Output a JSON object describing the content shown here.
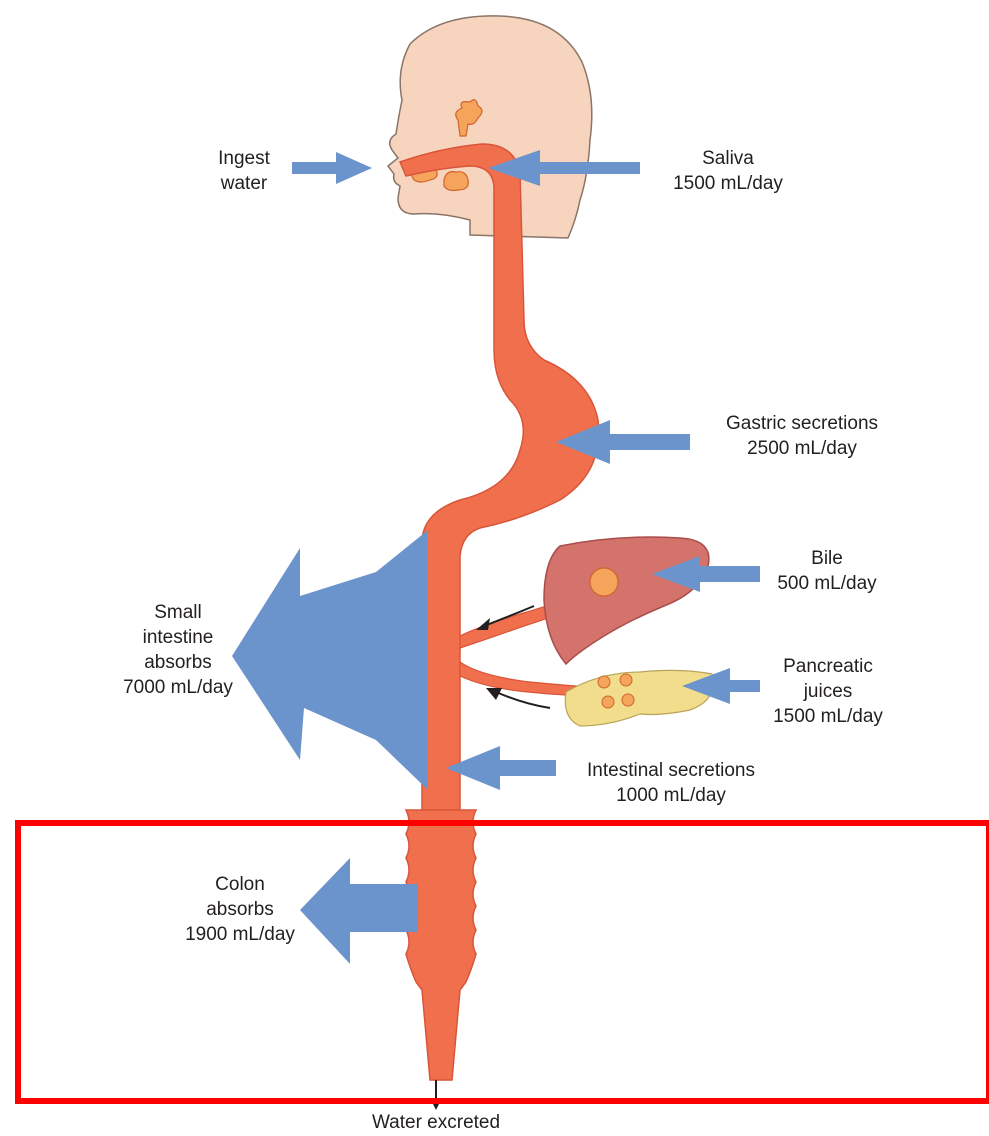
{
  "labels": {
    "ingest": [
      "Ingest",
      "water"
    ],
    "saliva": [
      "Saliva",
      "1500 mL/day"
    ],
    "gastric": [
      "Gastric secretions",
      "2500 mL/day"
    ],
    "bile": [
      "Bile",
      "500 mL/day"
    ],
    "pancreatic": [
      "Pancreatic",
      "juices",
      "1500 mL/day"
    ],
    "intestinal": [
      "Intestinal secretions",
      "1000 mL/day"
    ],
    "small_intestine": [
      "Small",
      "intestine",
      "absorbs",
      "7000 mL/day"
    ],
    "colon": [
      "Colon",
      "absorbs",
      "1900 mL/day"
    ],
    "excreted": [
      "Water excreted"
    ]
  },
  "colors": {
    "tract": "#f0704e",
    "tract_dark": "#d9553a",
    "arrow": "#6b93cc",
    "head": "#f6d4be",
    "liver": "#d4736c",
    "pancreas": "#f2dd8c",
    "highlight": "#ff0000"
  }
}
